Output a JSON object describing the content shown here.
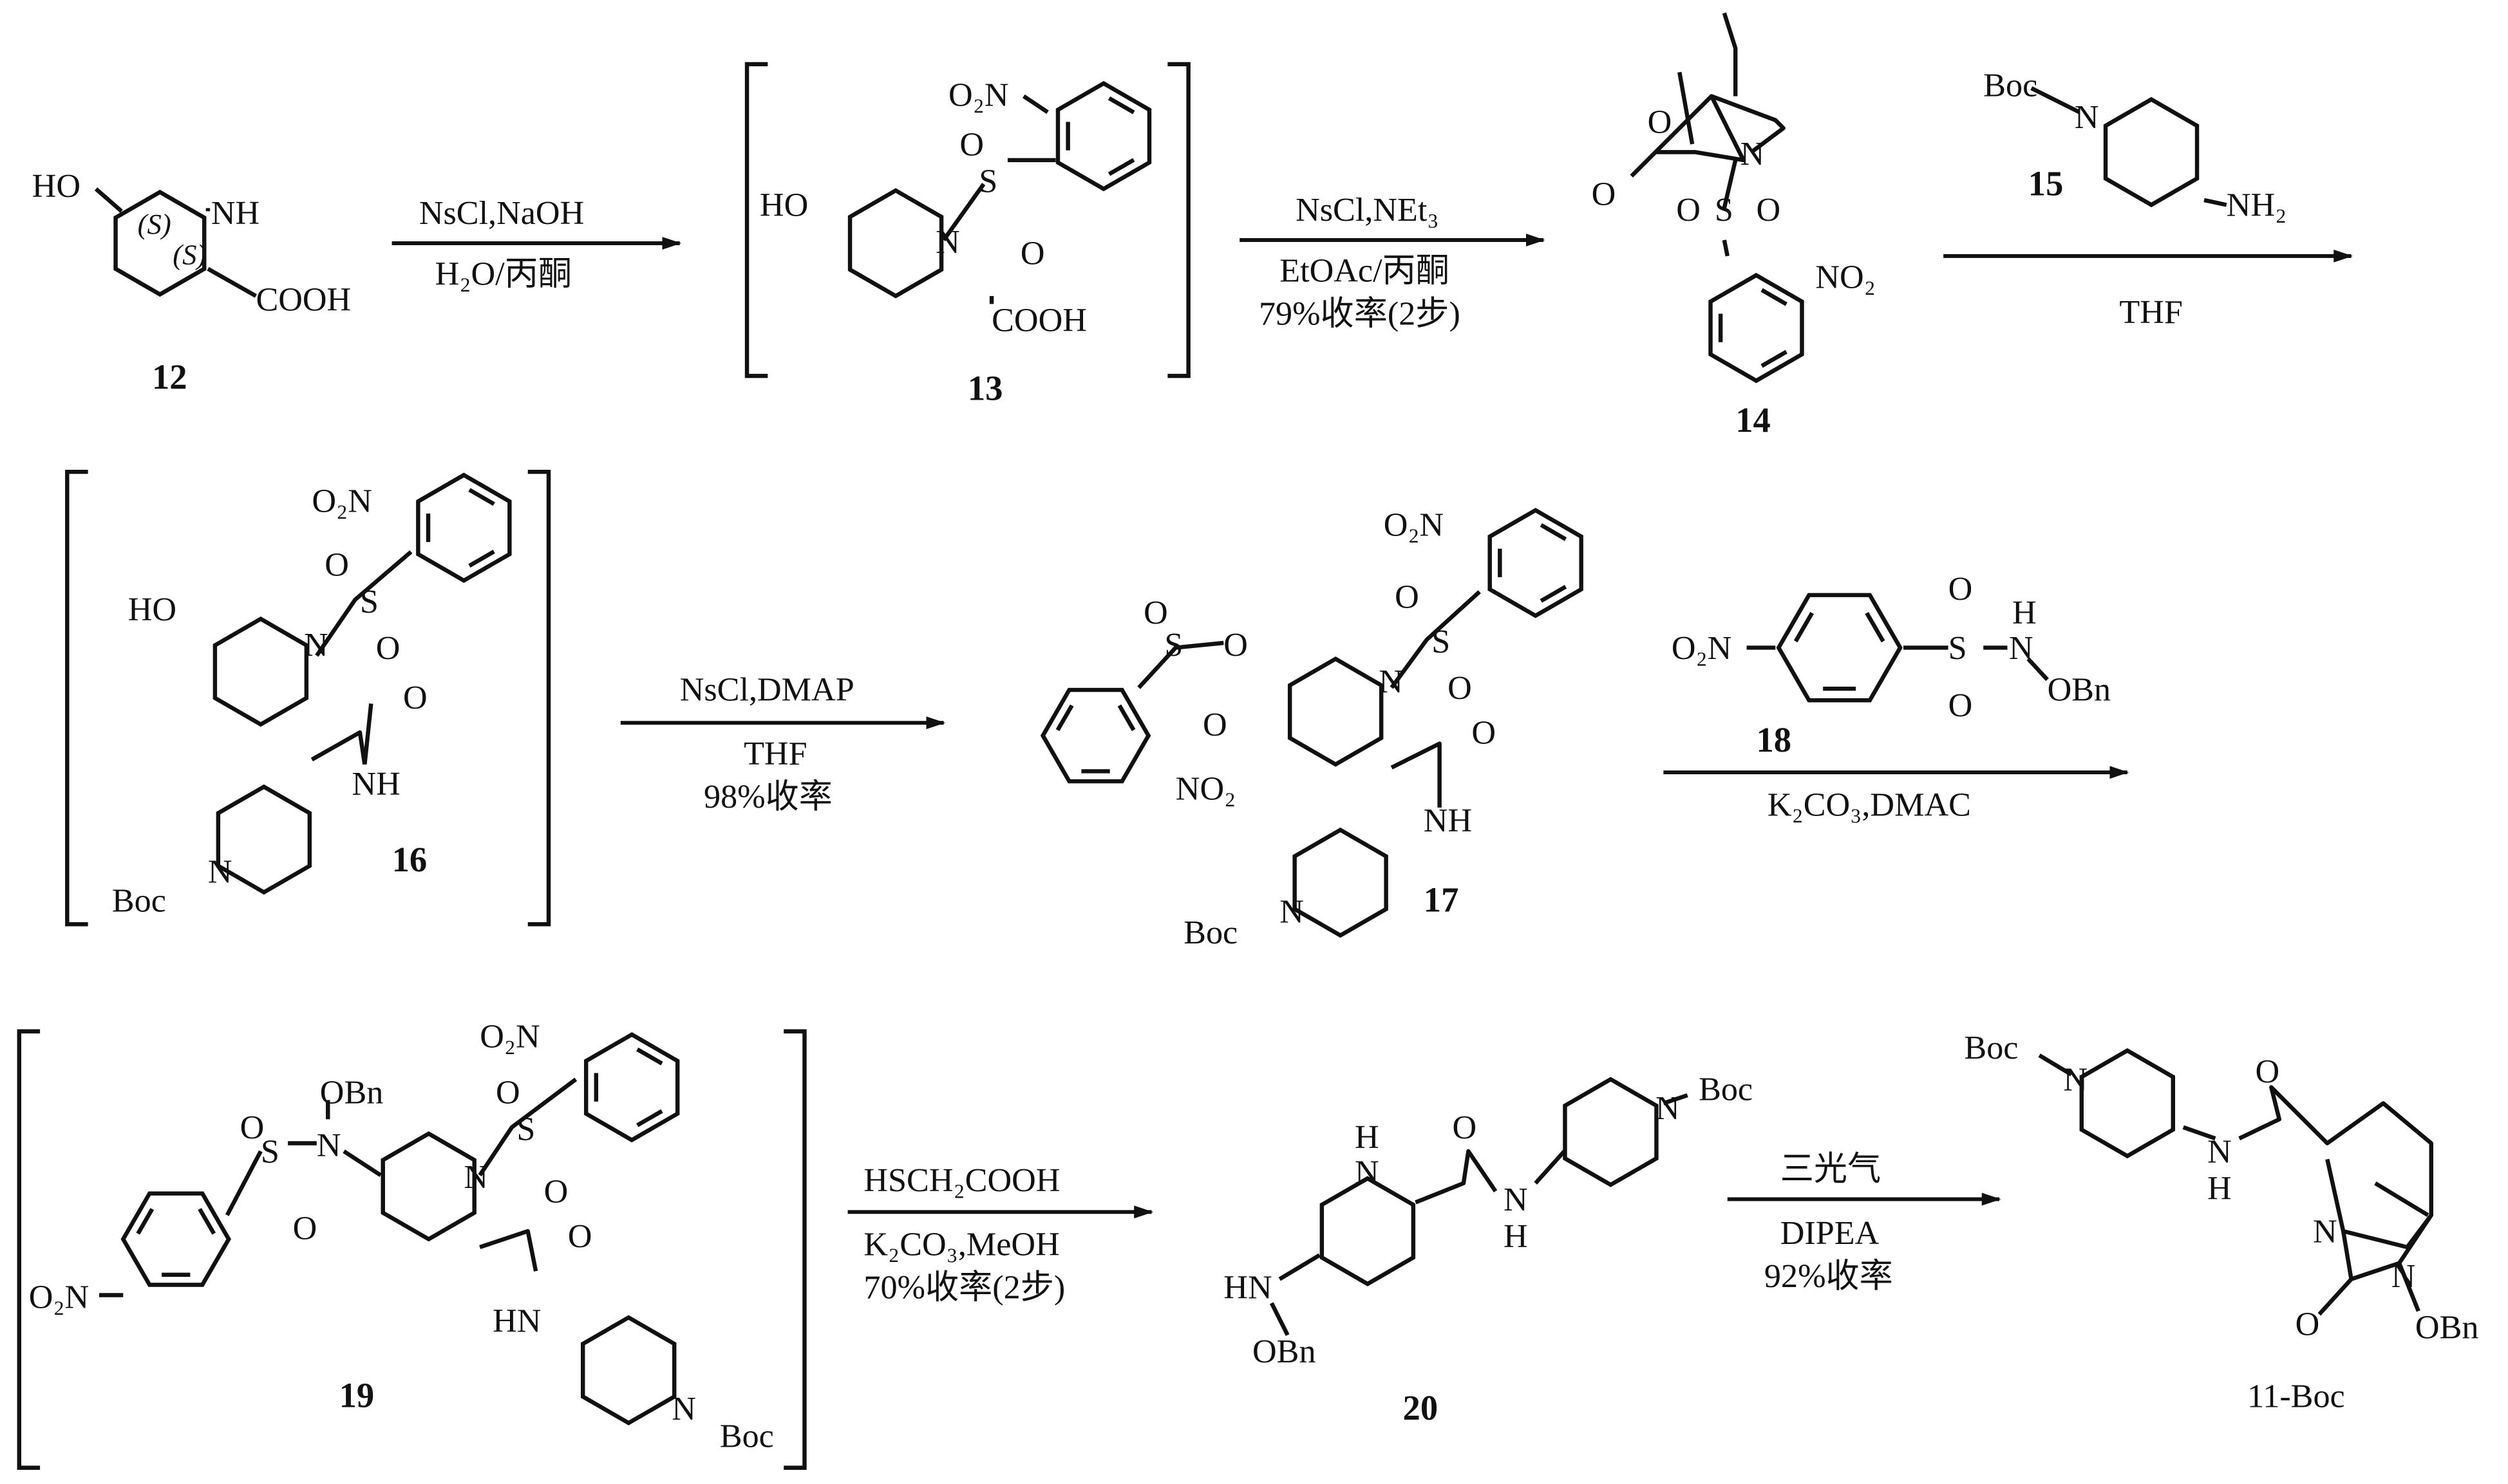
{
  "compounds": {
    "c12": {
      "label": "12",
      "ho": "HO",
      "nh": "NH",
      "cooh": "COOH",
      "s1": "(S)",
      "s2": "(S)"
    },
    "c13": {
      "label": "13",
      "no2": "O₂N",
      "ho": "HO",
      "n": "N",
      "s": "S",
      "o1": "O",
      "o2": "O",
      "cooh": "COOH"
    },
    "c14": {
      "label": "14",
      "o_ring": "O",
      "o_co": "O",
      "n": "N",
      "s": "S",
      "o1": "O",
      "o2": "O",
      "no2": "NO₂"
    },
    "c15": {
      "label": "15",
      "boc": "Boc",
      "n": "N",
      "nh2": "NH₂"
    },
    "c16": {
      "label": "16",
      "no2": "O₂N",
      "ho": "HO",
      "n": "N",
      "s": "S",
      "o1": "O",
      "o2": "O",
      "o_amide": "O",
      "nh": "NH",
      "n_pip": "N",
      "boc": "Boc"
    },
    "c17": {
      "label": "17",
      "no2_top": "O₂N",
      "no2_left": "NO₂",
      "s_left": "S",
      "o_l1": "O",
      "o_l2": "O",
      "o_ether": "O",
      "n": "N",
      "s": "S",
      "o1": "O",
      "o2": "O",
      "o_amide": "O",
      "nh": "NH",
      "n_pip": "N",
      "boc": "Boc"
    },
    "c18": {
      "label": "18",
      "no2": "O₂N",
      "s": "S",
      "o1": "O",
      "o2": "O",
      "h": "H",
      "n": "N",
      "obn": "OBn"
    },
    "c19": {
      "label": "19",
      "no2_top": "O₂N",
      "no2_left": "O₂N",
      "obn": "OBn",
      "n_o": "N",
      "s_left": "S",
      "o_l1": "O",
      "o_l2": "O",
      "n": "N",
      "s": "S",
      "o1": "O",
      "o2": "O",
      "o_amide": "O",
      "hn": "HN",
      "n_pip": "N",
      "boc": "Boc"
    },
    "c20": {
      "label": "20",
      "h": "H",
      "n": "N",
      "o_amide": "O",
      "nh_n": "N",
      "nh_h": "H",
      "n_pip": "N",
      "boc": "Boc",
      "hn": "HN",
      "obn": "OBn"
    },
    "c11": {
      "label": "11-Boc",
      "boc": "Boc",
      "n_pip": "N",
      "nh_n": "N",
      "nh_h": "H",
      "o_amide": "O",
      "n1": "N",
      "n2": "N",
      "o_urea": "O",
      "obn": "OBn"
    }
  },
  "steps": [
    {
      "above": "NsCl,NaOH",
      "below": "H₂O/丙酮"
    },
    {
      "above": "NsCl,NEt₃",
      "below": "EtOAc/丙酮",
      "yield": "79%收率(2步)"
    },
    {
      "above": "",
      "below": "THF"
    },
    {
      "above": "NsCl,DMAP",
      "below": "THF",
      "yield": "98%收率"
    },
    {
      "above": "",
      "below": "K₂CO₃,DMAC"
    },
    {
      "above": "HSCH₂COOH",
      "below": "K₂CO₃,MeOH",
      "yield": "70%收率(2步)"
    },
    {
      "above": "三光气",
      "below": "DIPEA",
      "yield": "92%收率"
    }
  ]
}
